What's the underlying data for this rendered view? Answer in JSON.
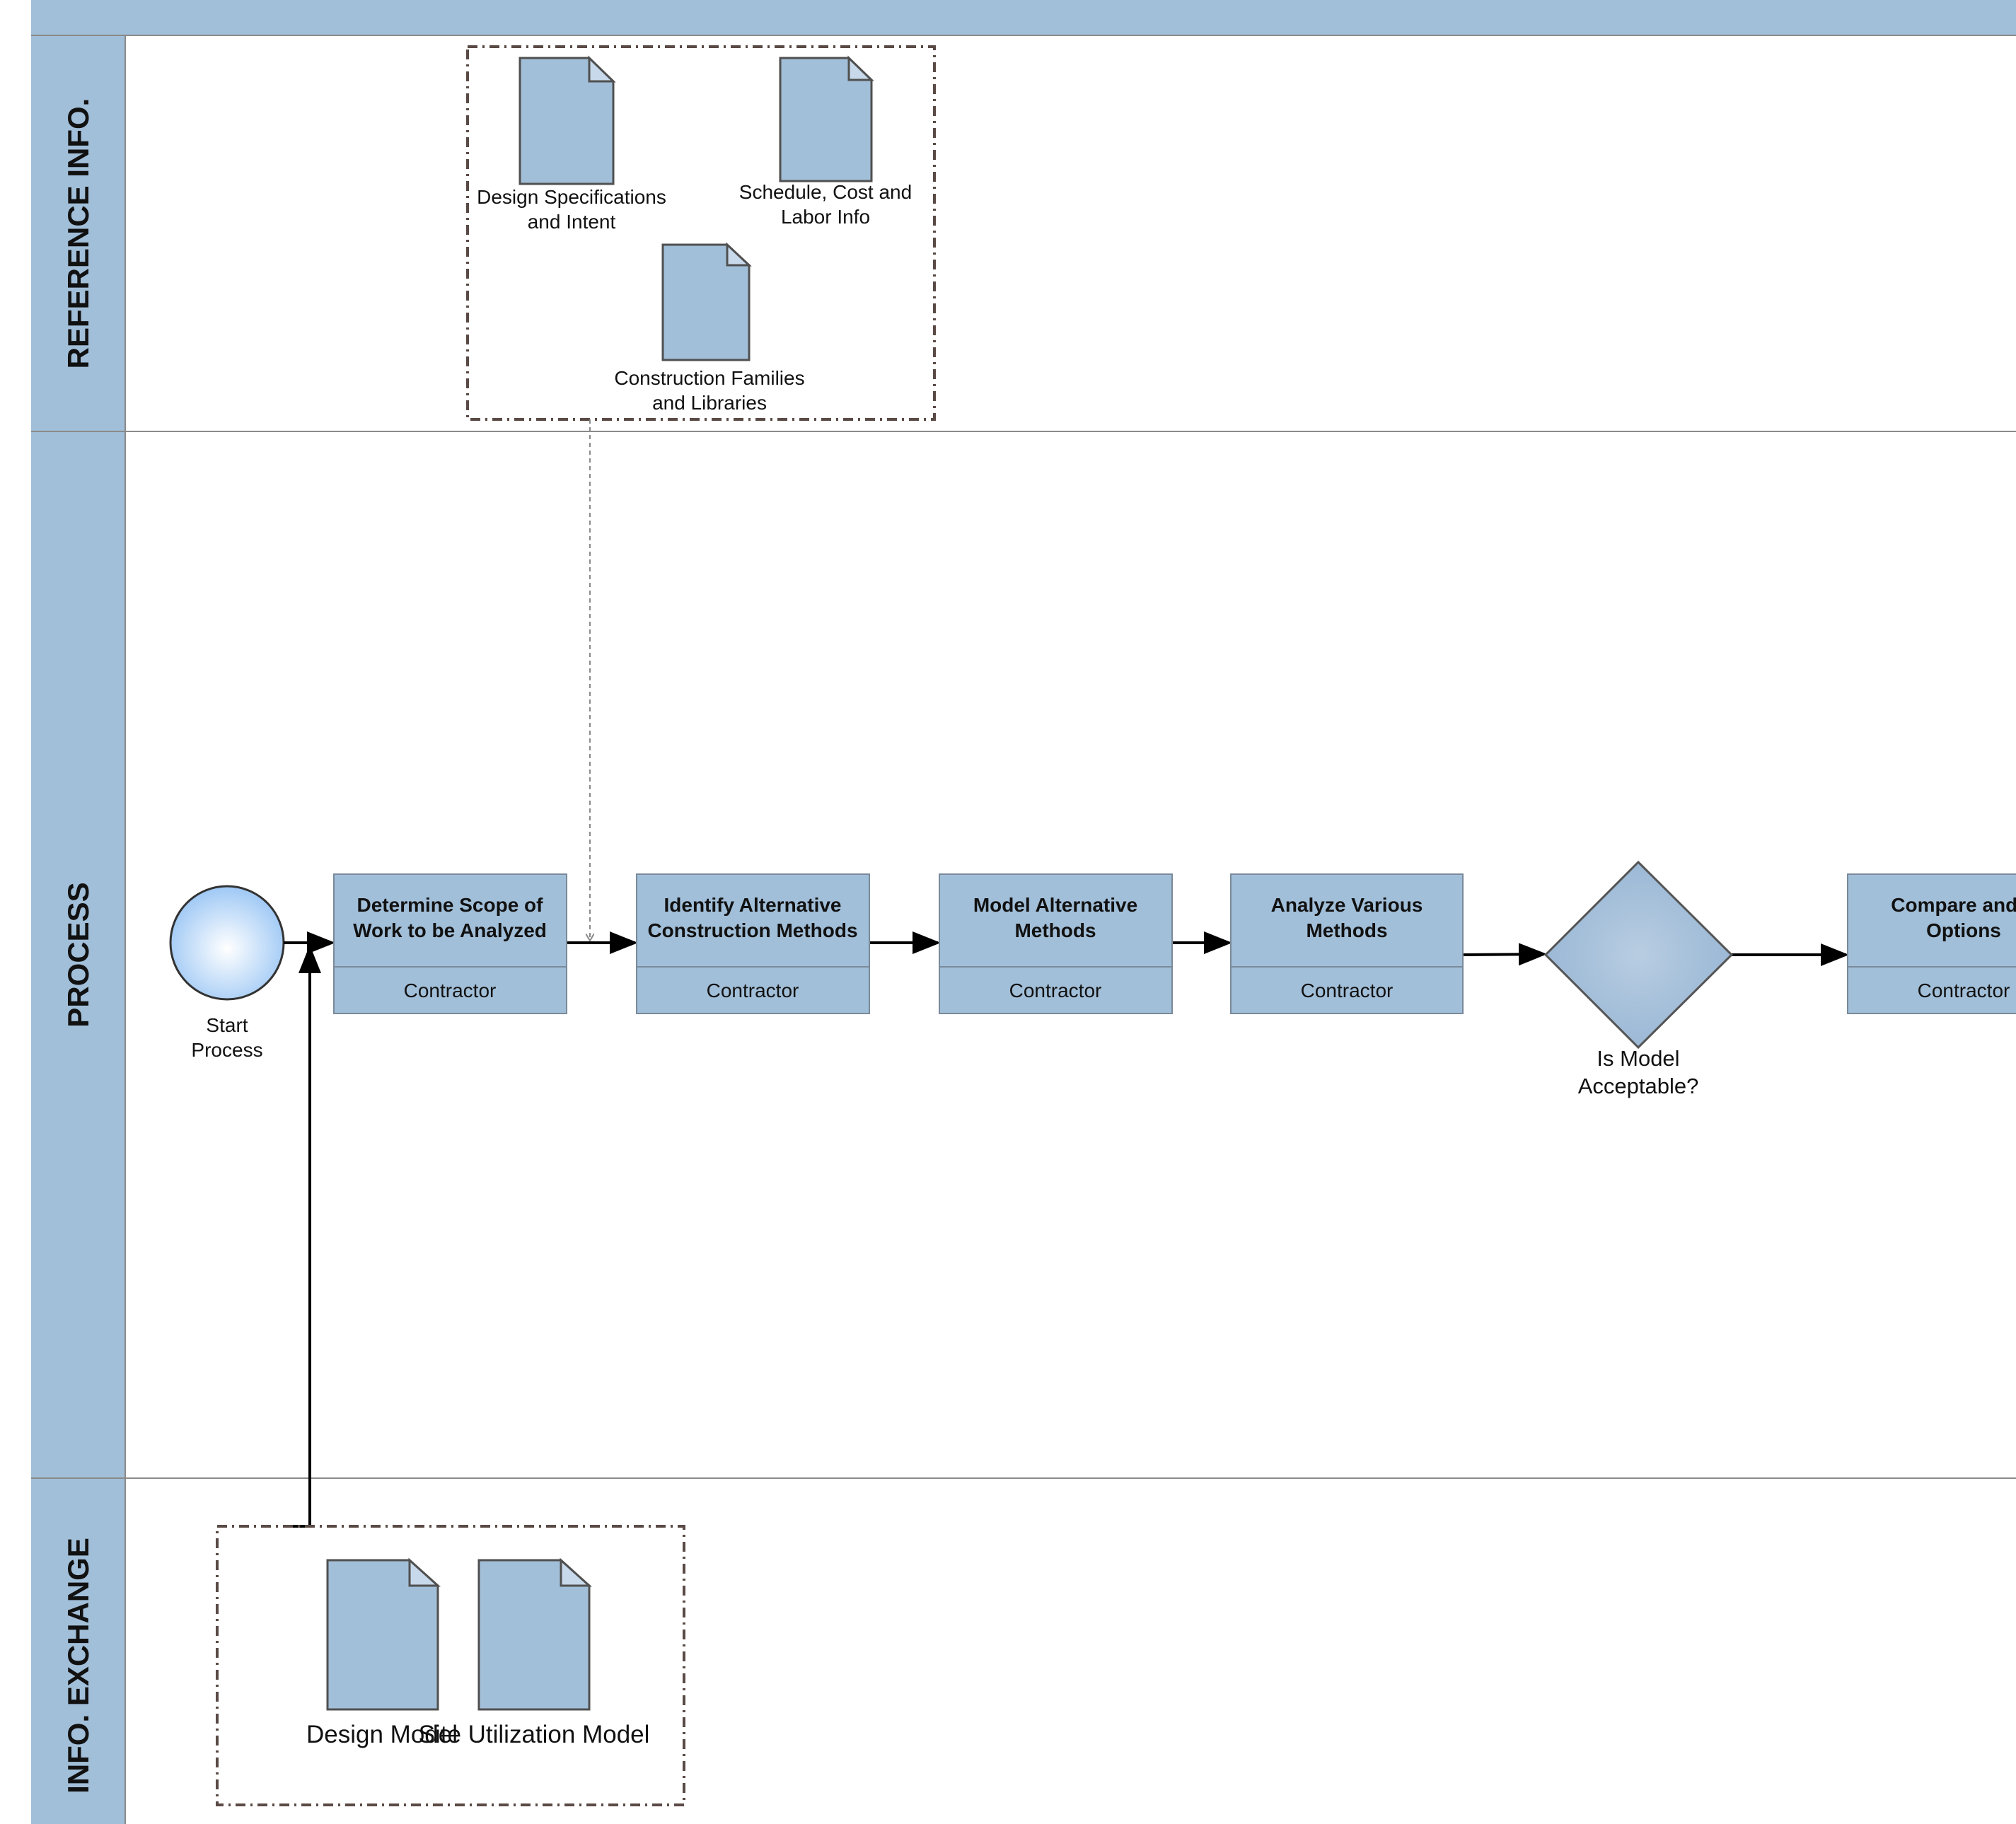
{
  "lanes": {
    "reference": "REFERENCE INFO.",
    "process": "PROCESS",
    "exchange": "INFO. EXCHANGE"
  },
  "reference_docs": [
    {
      "line1": "Design Specifications",
      "line2": "and Intent"
    },
    {
      "line1": "Schedule, Cost and",
      "line2": "Labor Info"
    },
    {
      "line1": "Construction Families",
      "line2": "and Libraries"
    }
  ],
  "start_event": {
    "line1": "Start",
    "line2": "Process"
  },
  "tasks": [
    {
      "line1": "Determine Scope of",
      "line2": "Work to be Analyzed",
      "role": "Contractor"
    },
    {
      "line1": "Identify Alternative",
      "line2": "Construction Methods",
      "role": "Contractor"
    },
    {
      "line1": "Model Alternative",
      "line2": "Methods",
      "role": "Contractor"
    },
    {
      "line1": "Analyze Various",
      "line2": "Methods",
      "role": "Contractor"
    },
    {
      "line1": "Compare and S",
      "line2": "Options",
      "role": "Contractor"
    }
  ],
  "gateway": {
    "line1": "Is Model",
    "line2": "Acceptable?"
  },
  "exchange_docs": [
    {
      "label": "Design Model"
    },
    {
      "label": "Site Utilization Model"
    }
  ],
  "colors": {
    "lane": "#a2bfd9",
    "task": "#a2bfd9",
    "start_event": "#cfe6ff"
  }
}
